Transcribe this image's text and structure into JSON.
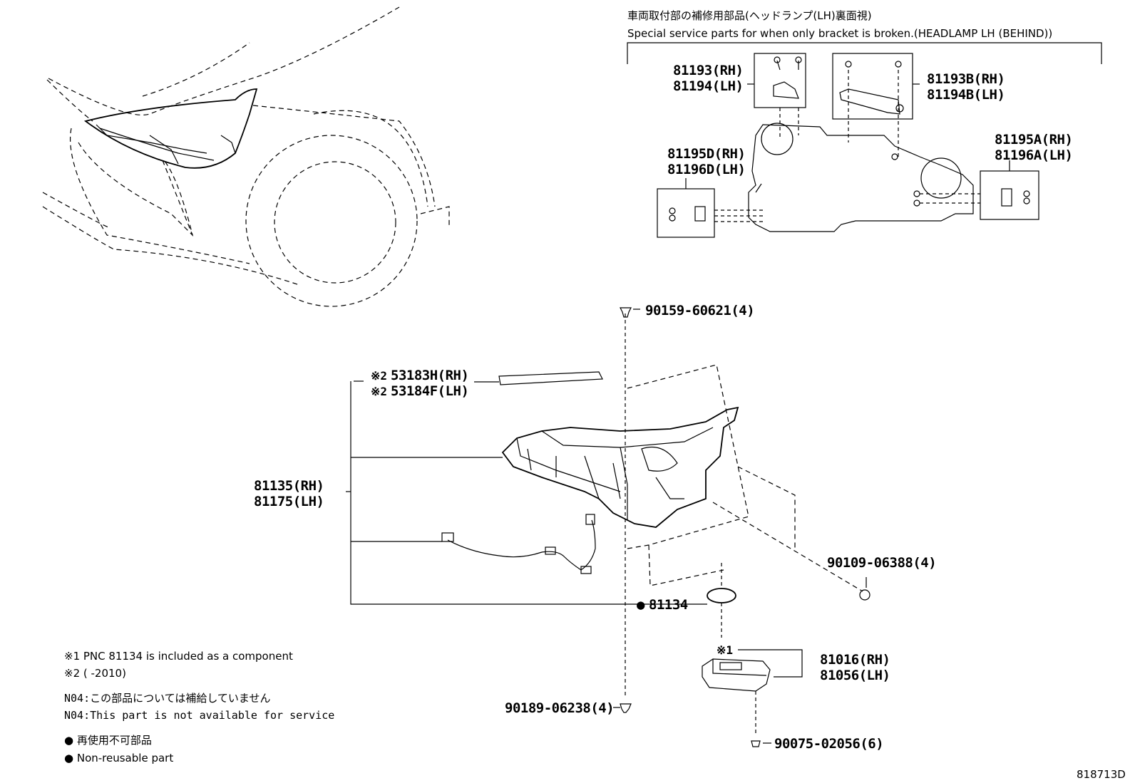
{
  "header": {
    "japanese_title": "車両取付部の補修用部品(ヘッドランプ(LH)裏面視)",
    "english_title": "Special service parts for when only bracket is broken.(HEADLAMP LH (BEHIND))"
  },
  "bracket_parts": [
    {
      "rh": "81193(RH)",
      "lh": "81194(LH)"
    },
    {
      "rh": "81193B(RH)",
      "lh": "81194B(LH)"
    },
    {
      "rh": "81195D(RH)",
      "lh": "81196D(LH)"
    },
    {
      "rh": "81195A(RH)",
      "lh": "81196A(LH)"
    }
  ],
  "parts": {
    "bolt_top": "90159-60621(4)",
    "cover_rh": "53183H(RH)",
    "cover_lh": "53184F(LH)",
    "cover_mark": "※2",
    "headlamp_rh": "81135(RH)",
    "headlamp_lh": "81175(LH)",
    "screw_right": "90109-06388(4)",
    "gasket": "81134",
    "gasket_mark": "●",
    "computer_mark": "※1",
    "computer_rh": "81016(RH)",
    "computer_lh": "81056(LH)",
    "bolt_bottom": "90189-06238(4)",
    "screw_bottom": "90075-02056(6)"
  },
  "notes": {
    "note1": "※1 PNC 81134 is included as a component",
    "note2": "※2 (       -2010)",
    "n04_jp": "N04:この部品については補給していません",
    "n04_en": "N04:This part is not available for service",
    "legend_jp": "● 再使用不可部品",
    "legend_en": "● Non-reusable part"
  },
  "figure_id": "818713D"
}
